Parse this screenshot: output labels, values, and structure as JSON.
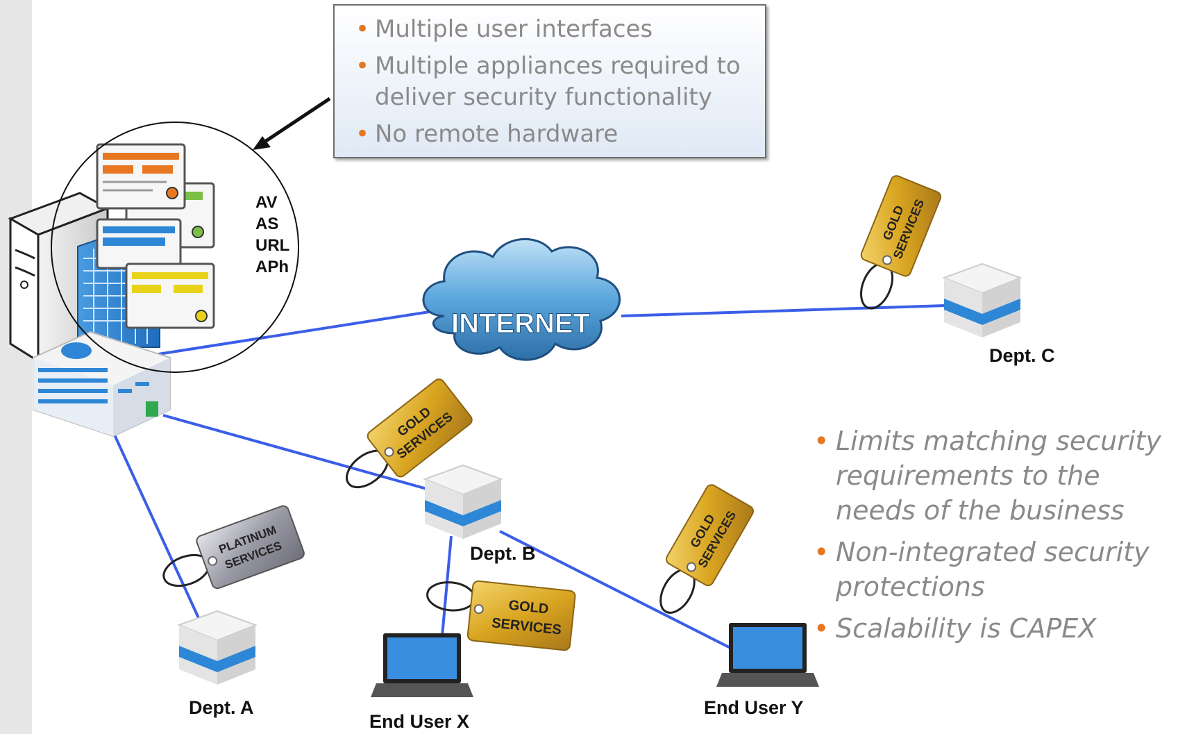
{
  "callout": {
    "items": [
      "Multiple user interfaces",
      "Multiple appliances required to deliver security functionality",
      "No remote hardware"
    ]
  },
  "services": [
    "AV",
    "AS",
    "URL",
    "APh"
  ],
  "cloud_label": "INTERNET",
  "tags": {
    "gold": [
      "GOLD",
      "SERVICES"
    ],
    "platinum": [
      "PLATINUM",
      "SERVICES"
    ]
  },
  "nodes": {
    "dept_a": "Dept. A",
    "dept_b": "Dept. B",
    "dept_c": "Dept. C",
    "end_user_x": "End User X",
    "end_user_y": "End User Y"
  },
  "bullets": [
    "Limits matching security requirements to the needs of the business",
    "Non-integrated security protections",
    "Scalability is CAPEX"
  ],
  "colors": {
    "link": "#3b5ee8",
    "bullet": "#e87722",
    "text_gray": "#8a8a8a",
    "gold": "#d9a520",
    "platinum": "#9a9aa6",
    "cloud": "#5aa6dc"
  }
}
